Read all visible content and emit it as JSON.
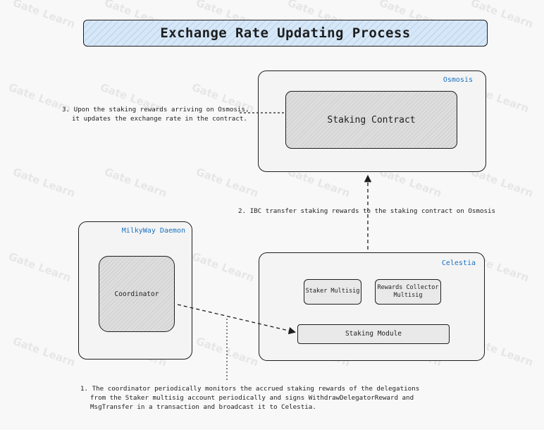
{
  "title": "Exchange Rate Updating Process",
  "osmosis": {
    "label": "Osmosis",
    "staking_contract": "Staking Contract"
  },
  "celestia": {
    "label": "Celestia",
    "staker_multisig": "Staker Multisig",
    "rewards_collector_line1": "Rewards Collector",
    "rewards_collector_line2": "Multisig",
    "staking_module": "Staking Module"
  },
  "daemon": {
    "label": "MilkyWay Daemon",
    "coordinator": "Coordinator"
  },
  "notes": {
    "step3_line1": "3. Upon the staking rewards arriving on Osmosis,",
    "step3_line2": "it updates the exchange rate in the contract.",
    "step2": "2. IBC transfer staking rewards to the staking contract on Osmosis",
    "step1_line1": "1. The coordinator periodically monitors the accrued staking rewards of the delegations",
    "step1_line2": "from the Staker multisig account periodically and signs WithdrawDelegatorReward and",
    "step1_line3": "MsgTransfer in a transaction and broadcast it to Celestia."
  },
  "watermark_text": "Gate Learn",
  "colors": {
    "title_fill": "#d6e8f8",
    "frame_label": "#1971c2",
    "stroke": "#1e1e1e",
    "box_fill": "#e9e9e9"
  }
}
